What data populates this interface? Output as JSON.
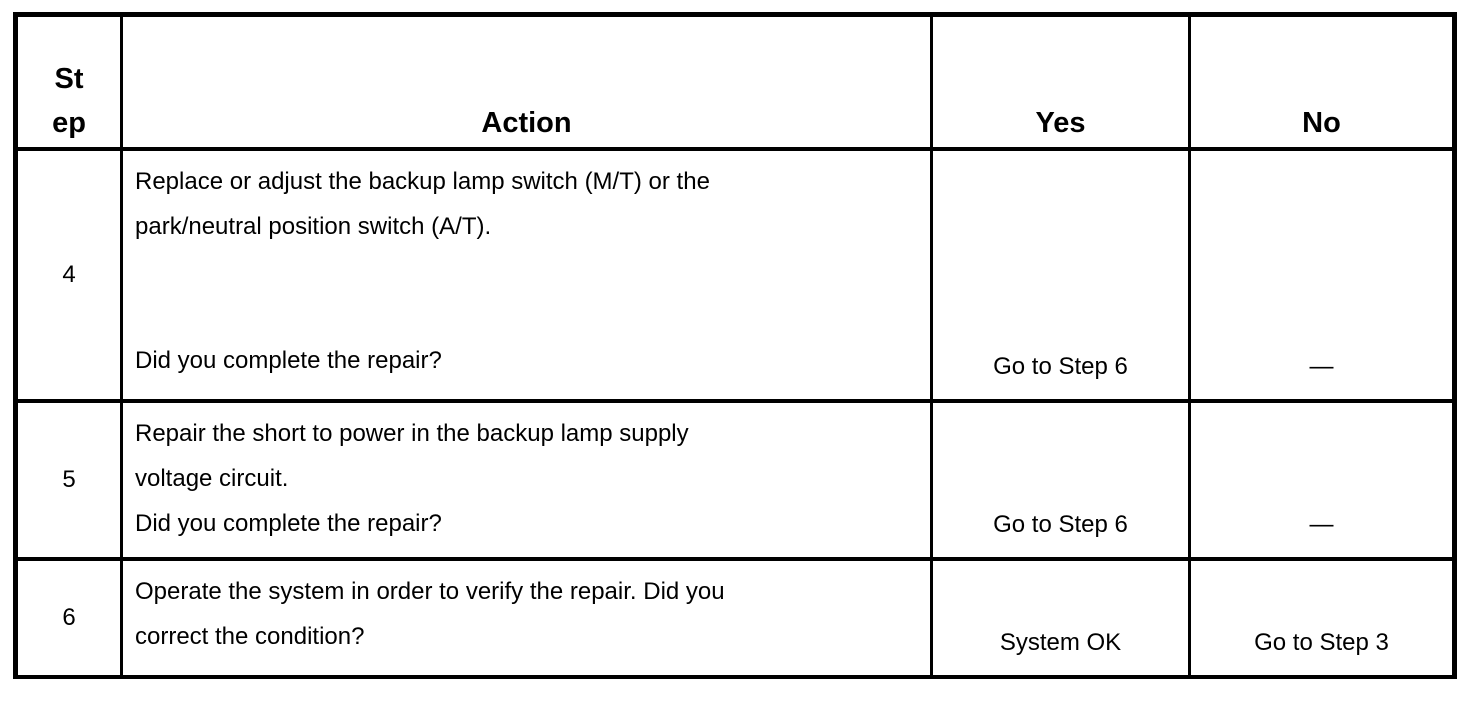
{
  "page": {
    "background_color": "#ffffff",
    "text_color": "#000000",
    "border_color": "#000000"
  },
  "table": {
    "headers": {
      "step": "St\nep",
      "action": "Action",
      "yes": "Yes",
      "no": "No"
    },
    "rows": [
      {
        "step": "4",
        "action_main": "Replace or adjust the backup lamp switch (M/T) or the\npark/neutral position switch (A/T).",
        "action_question": "Did you complete the repair?",
        "yes": "Go to Step 6",
        "no": "—"
      },
      {
        "step": "5",
        "action_main": "Repair the short to power in the backup lamp supply\nvoltage circuit.",
        "action_question": "Did you complete the repair?",
        "yes": "Go to Step 6",
        "no": "—"
      },
      {
        "step": "6",
        "action_main": "Operate the system in order to verify the repair. Did you\ncorrect the condition?",
        "action_question": "",
        "yes": "System OK",
        "no": "Go to Step 3"
      }
    ]
  }
}
